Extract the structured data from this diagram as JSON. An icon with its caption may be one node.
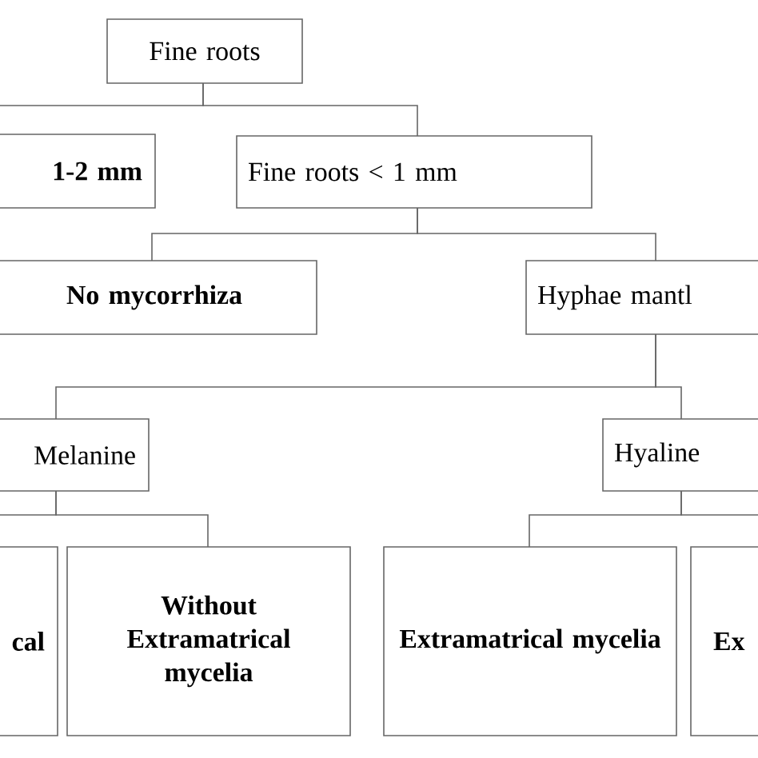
{
  "diagram": {
    "nodes": [
      {
        "text": [
          "Fine roots"
        ]
      },
      {
        "text": [
          "1-2 mm"
        ]
      },
      {
        "text": [
          "Fine roots < 1 mm"
        ]
      },
      {
        "text": [
          "No mycorrhiza"
        ]
      },
      {
        "text": [
          "Hyphae mantl"
        ]
      },
      {
        "text": [
          "Melanine"
        ]
      },
      {
        "text": [
          "cal"
        ]
      },
      {
        "text": [
          "Without Extramatrical mycelia"
        ]
      },
      {
        "text": [
          "Extramatrical mycelia"
        ]
      },
      {
        "text": [
          "Ex"
        ]
      },
      {
        "text": [
          "Hyaline"
        ]
      }
    ],
    "edges": [
      {
        "from": 0,
        "to": 1,
        "arrow": "none"
      },
      {
        "from": 0,
        "to": 2,
        "arrow": "none"
      },
      {
        "from": 2,
        "to": 3,
        "arrow": "none"
      },
      {
        "from": 2,
        "to": 4,
        "arrow": "none"
      },
      {
        "from": 4,
        "to": 5,
        "arrow": "none"
      },
      {
        "from": 4,
        "to": 10,
        "arrow": "none"
      },
      {
        "from": 5,
        "to": 6,
        "arrow": "none"
      },
      {
        "from": 5,
        "to": 7,
        "arrow": "none"
      },
      {
        "from": 10,
        "to": 8,
        "arrow": "none"
      },
      {
        "from": 10,
        "to": 9,
        "arrow": "none"
      }
    ]
  }
}
